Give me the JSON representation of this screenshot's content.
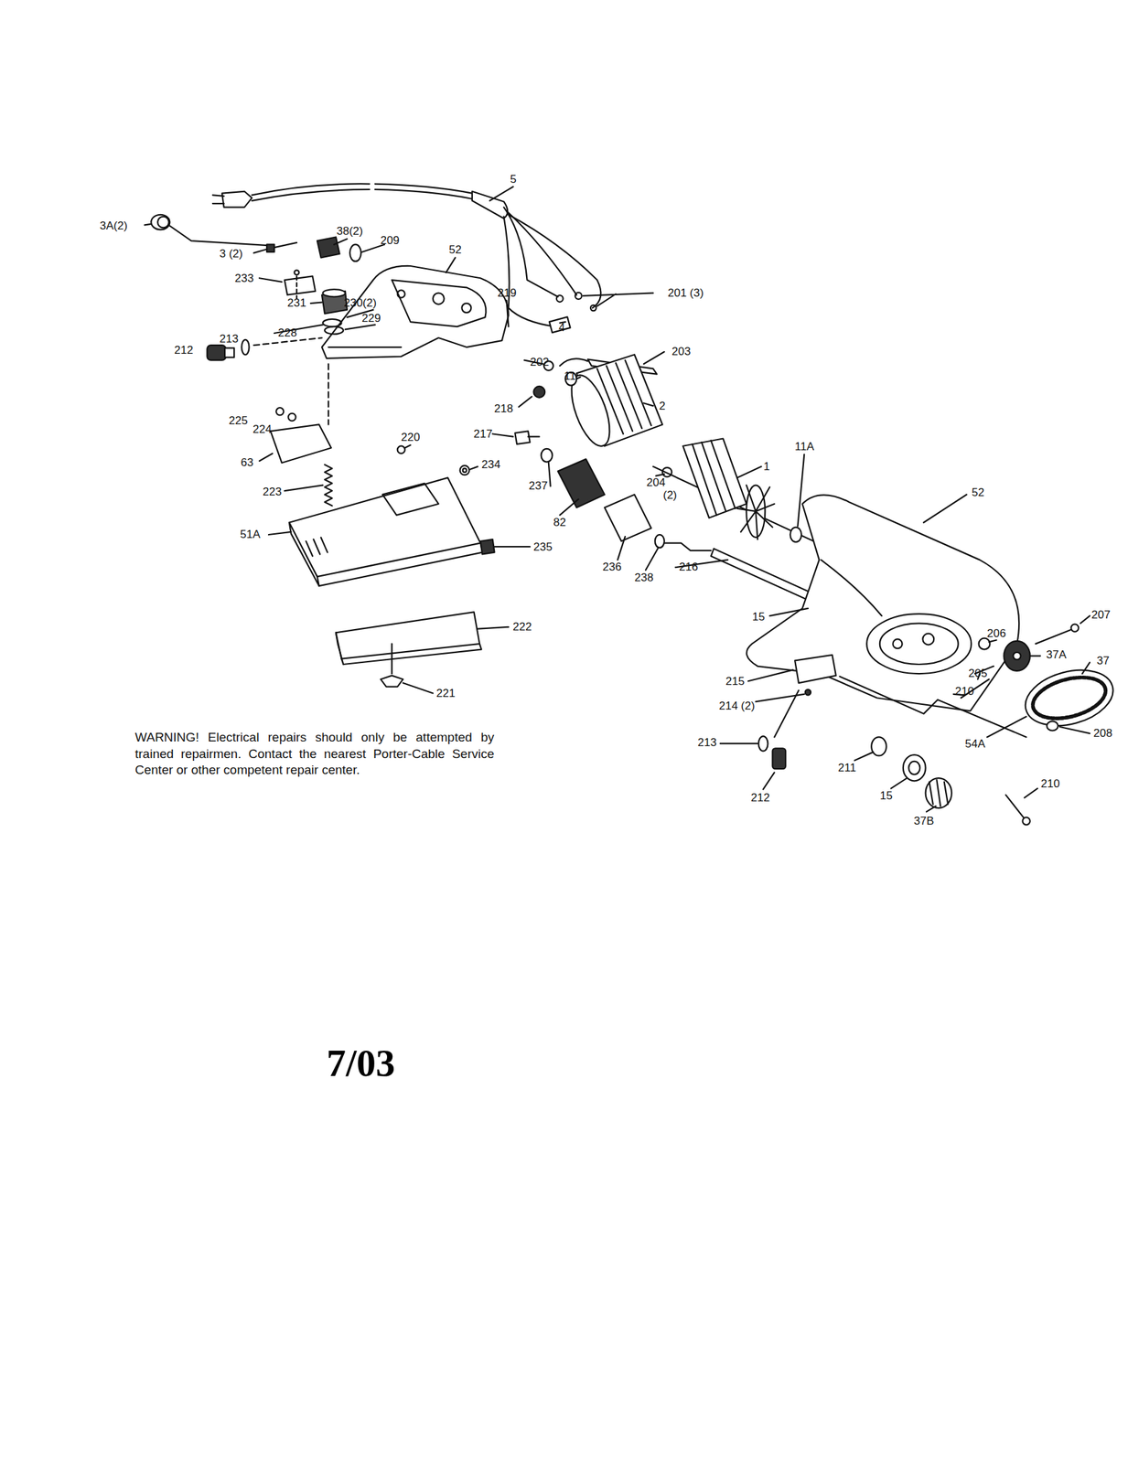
{
  "diagram": {
    "labels": [
      "3A(2)",
      "5",
      "3 (2)",
      "38(2)",
      "209",
      "52",
      "233",
      "219",
      "201 (3)",
      "231",
      "230(2)",
      "4",
      "203",
      "212",
      "213",
      "228",
      "229",
      "202",
      "11",
      "2",
      "218",
      "225",
      "224",
      "220",
      "217",
      "234",
      "63",
      "1",
      "11A",
      "52",
      "204",
      "(2)",
      "223",
      "237",
      "82",
      "51A",
      "235",
      "236",
      "238",
      "216",
      "222",
      "15",
      "207",
      "206",
      "37A",
      "37",
      "215",
      "205",
      "210",
      "214 (2)",
      "221",
      "213",
      "211",
      "54A",
      "208",
      "15",
      "210",
      "212",
      "37B",
      "WARNING! Electrical repairs should only be attempted by trained repairmen. Contact the nearest Porter-Cable Service Center or other competent repair center.",
      "7/03"
    ]
  }
}
